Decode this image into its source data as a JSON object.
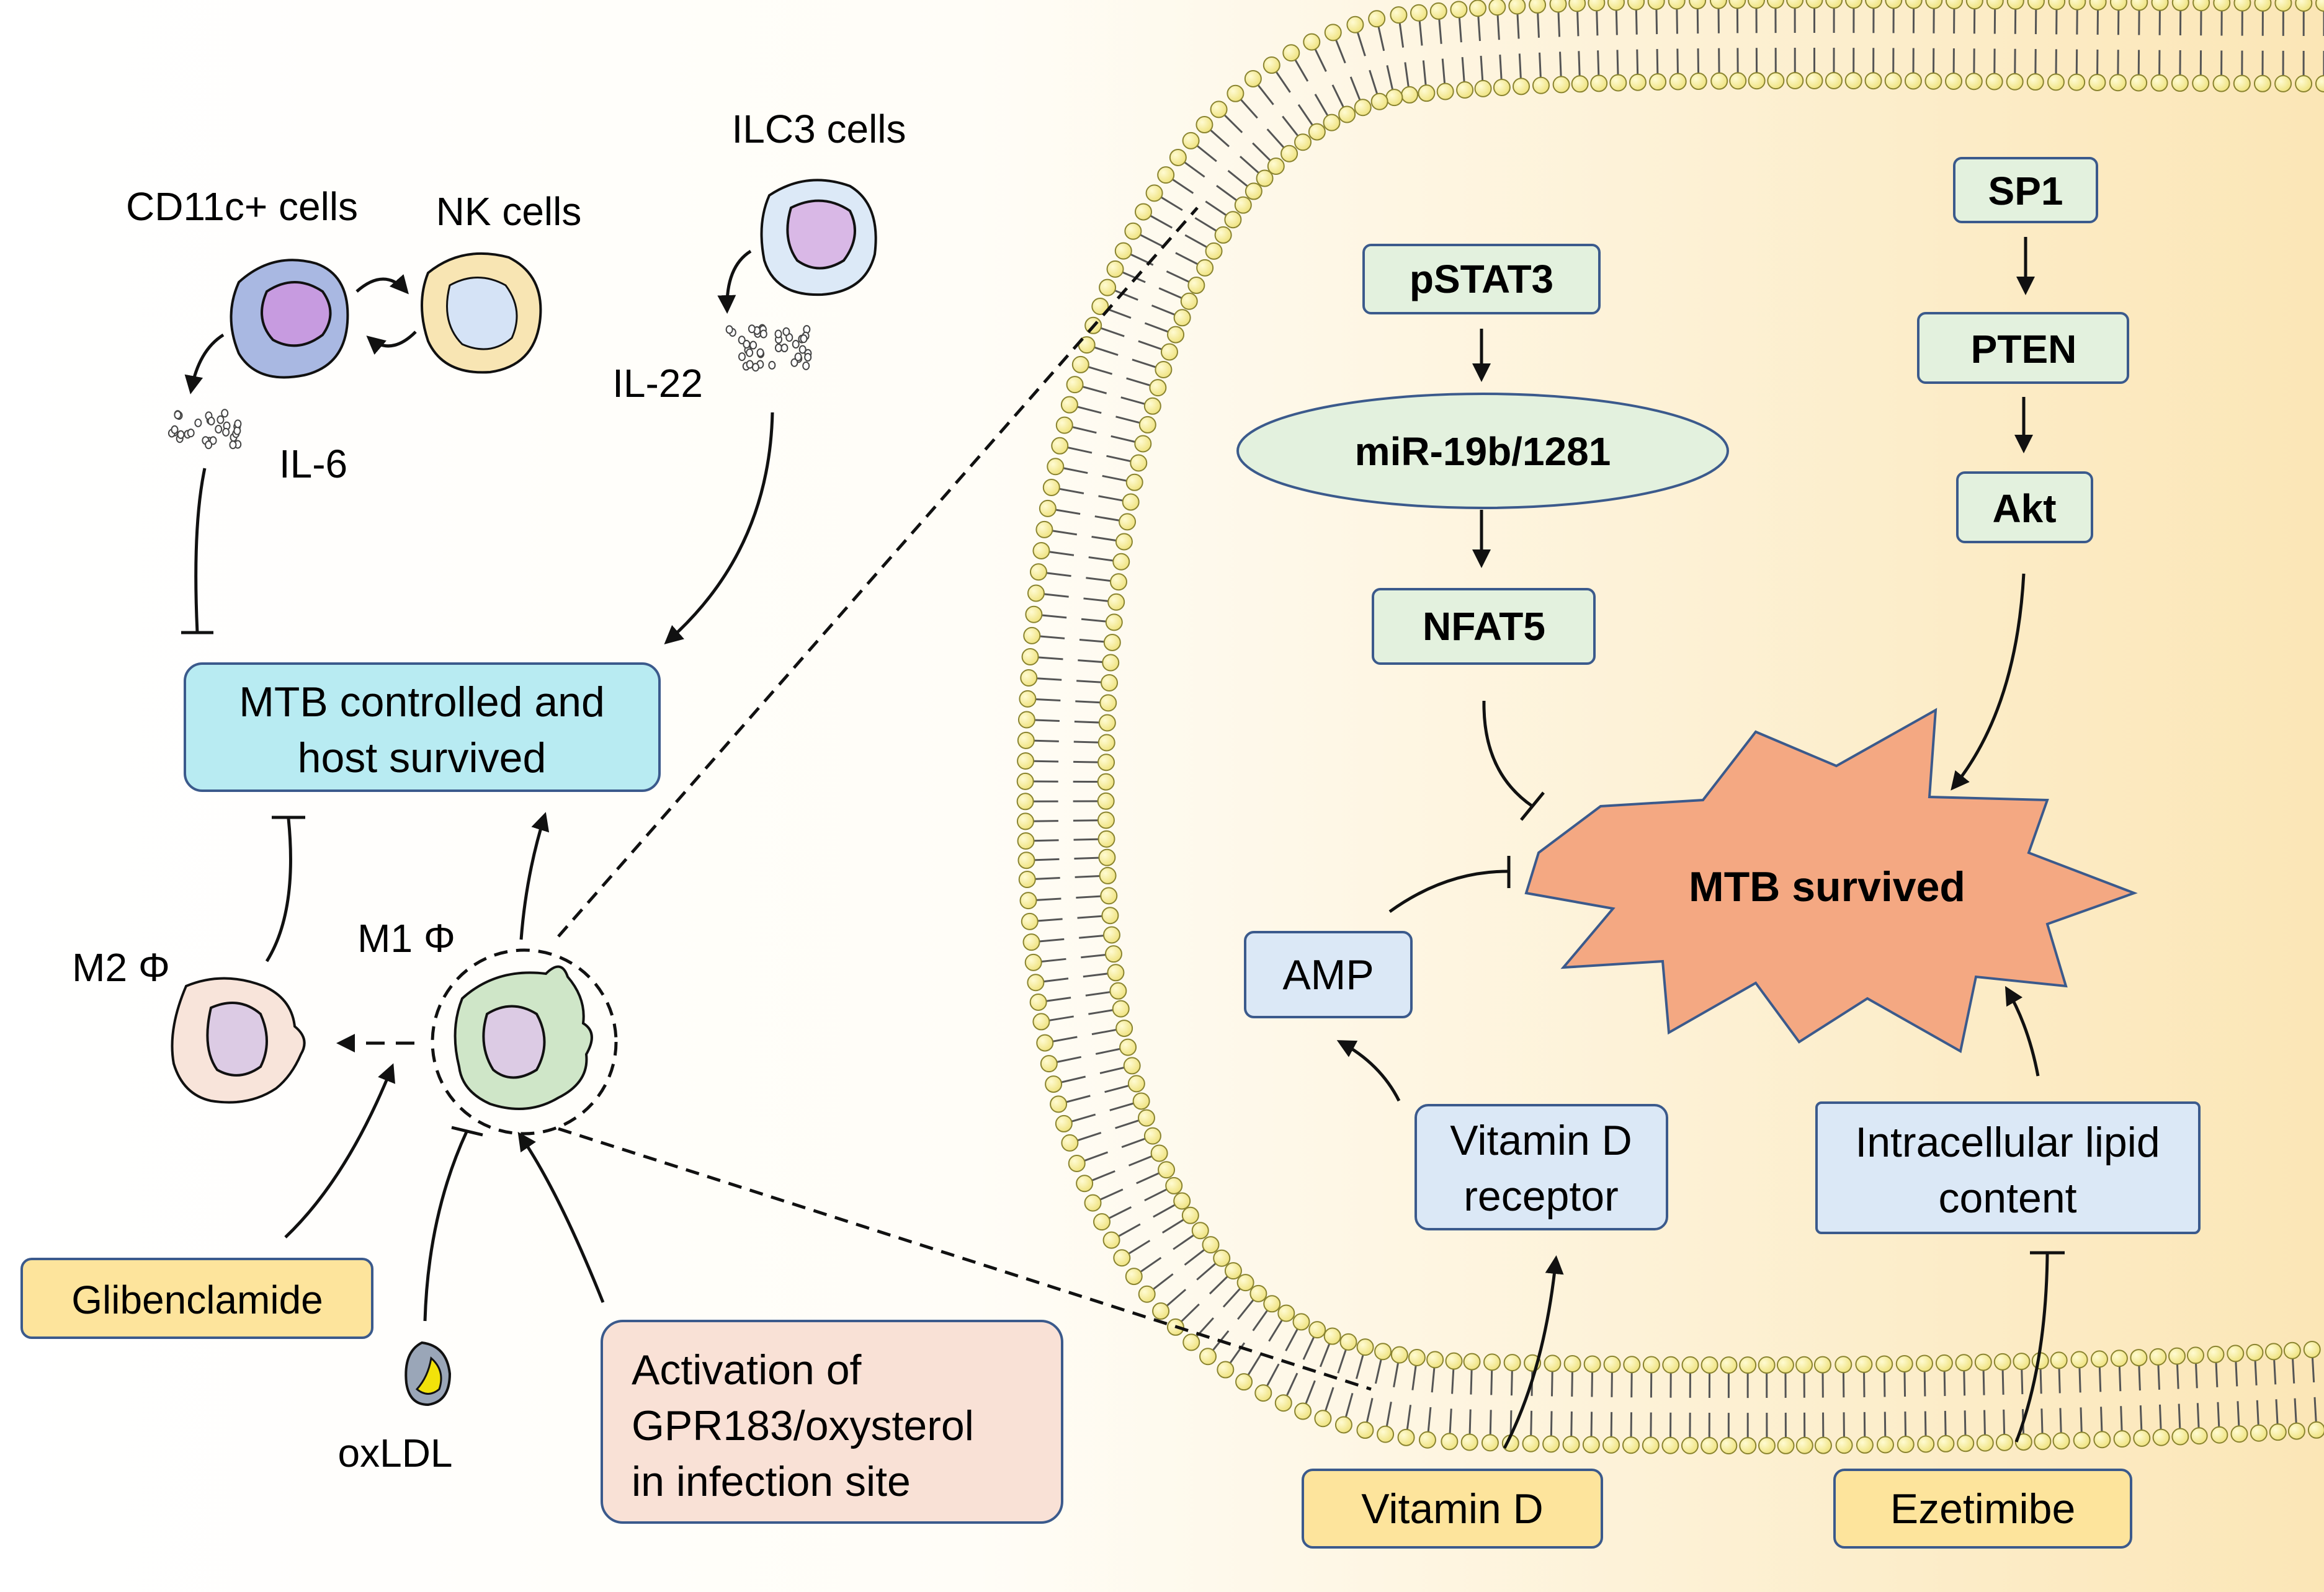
{
  "colors": {
    "bg_left": "#ffffff",
    "bg_right": "#fbe9bd",
    "box_green": "#e3f1de",
    "box_blue": "#dbe8f6",
    "box_cyan": "#b8ebf2",
    "box_yellow": "#fde49c",
    "box_peach": "#f9e1d6",
    "burst": "#f4a882",
    "membrane_head": "#f6ef9c",
    "outline": "#3b5a8c"
  },
  "cells": {
    "cd11c": "CD11c+ cells",
    "nk": "NK cells",
    "ilc3": "ILC3 cells",
    "m2": "M2 Φ",
    "m1": "M1 Φ"
  },
  "cytokines": {
    "il6": "IL-6",
    "il22": "IL-22"
  },
  "boxes": {
    "mtb_controlled": [
      "MTB controlled and",
      "host survived"
    ],
    "glibenclamide": "Glibenclamide",
    "activation": [
      "Activation of",
      "GPR183/oxysterol",
      "in infection site"
    ],
    "pstat3": "pSTAT3",
    "mir": "miR-19b/1281",
    "nfat5": "NFAT5",
    "sp1": "SP1",
    "pten": "PTEN",
    "akt": "Akt",
    "amp": "AMP",
    "vdr": [
      "Vitamin D",
      "receptor"
    ],
    "lipid": [
      "Intracellular lipid",
      "content"
    ],
    "vitamin_d": "Vitamin D",
    "ezetimibe": "Ezetimibe"
  },
  "labels": {
    "oxldl": "oxLDL",
    "mtb_survived": "MTB survived"
  },
  "icons": [
    "oxldl-icon",
    "cytokine-dots-icon"
  ]
}
